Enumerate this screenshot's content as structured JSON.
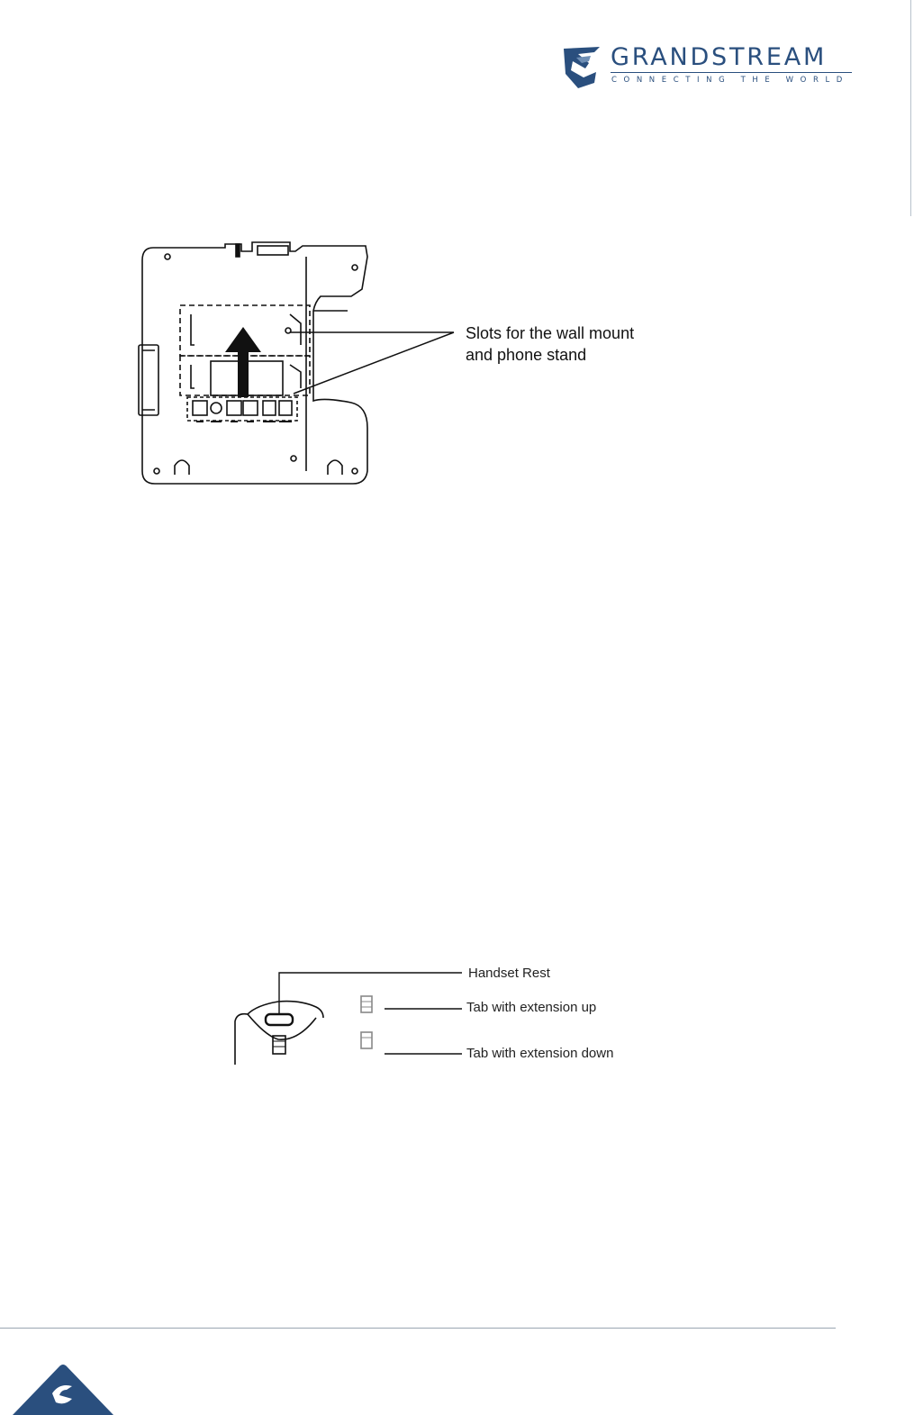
{
  "header": {
    "brand_name": "GRANDSTREAM",
    "brand_tagline": "CONNECTING THE WORLD",
    "brand_color": "#2a4f7e"
  },
  "figure_back": {
    "callout_line1": "Slots for the wall mount",
    "callout_line2": "and phone stand"
  },
  "figure_handset": {
    "label_rest": "Handset Rest",
    "label_tab_up": "Tab with extension up",
    "label_tab_down": "Tab with extension down"
  },
  "footer": {
    "logo_icon": "grandstream-g-icon",
    "rule_color": "#9aa5b1"
  }
}
